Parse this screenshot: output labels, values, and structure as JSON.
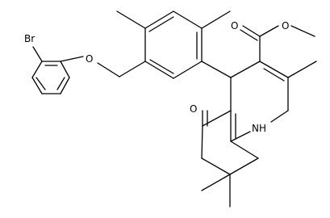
{
  "molecule": {
    "atom_labels": {
      "bromine": "Br",
      "ether_oxygen": "O",
      "ester_carbonyl_oxygen": "O",
      "ester_alkoxy_oxygen": "O",
      "ketone_oxygen": "O",
      "amine": "NH"
    }
  }
}
